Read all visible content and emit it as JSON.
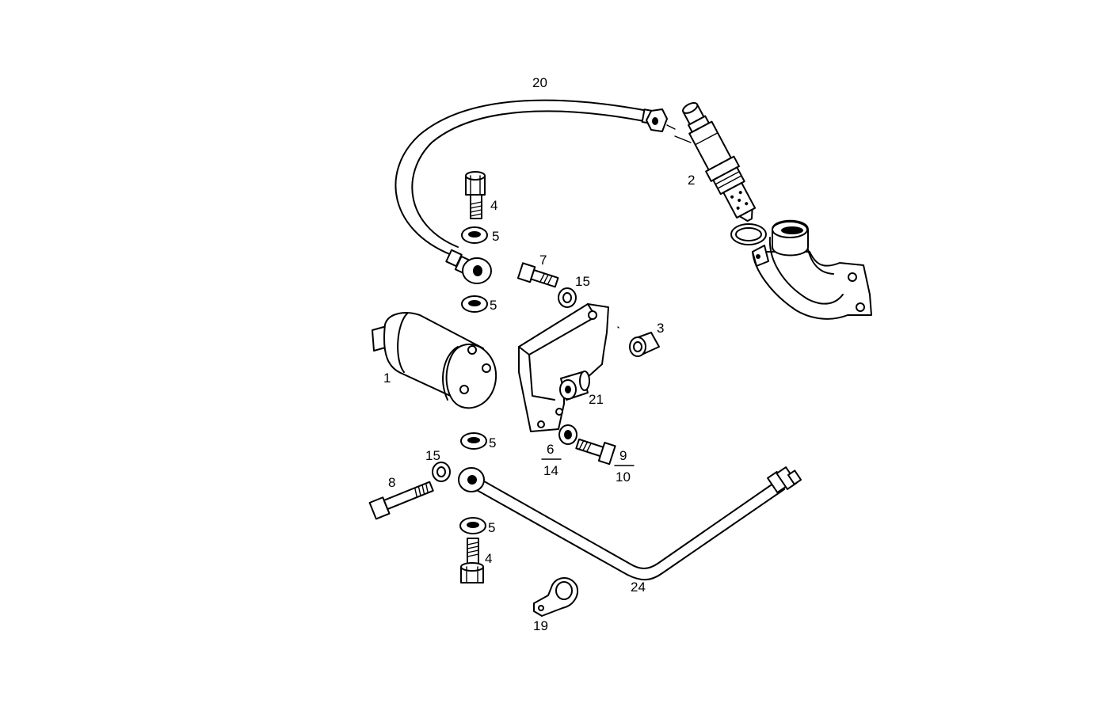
{
  "labels": {
    "p1": "1",
    "p2": "2",
    "p3": "3",
    "p4_top": "4",
    "p4_bottom": "4",
    "p5_a": "5",
    "p5_b": "5",
    "p5_c": "5",
    "p5_d": "5",
    "p6": "6",
    "p14": "14",
    "p7": "7",
    "p8": "8",
    "p9": "9",
    "p10": "10",
    "p15_top": "15",
    "p15_bottom": "15",
    "p19": "19",
    "p20": "20",
    "p21": "21",
    "p24": "24"
  }
}
